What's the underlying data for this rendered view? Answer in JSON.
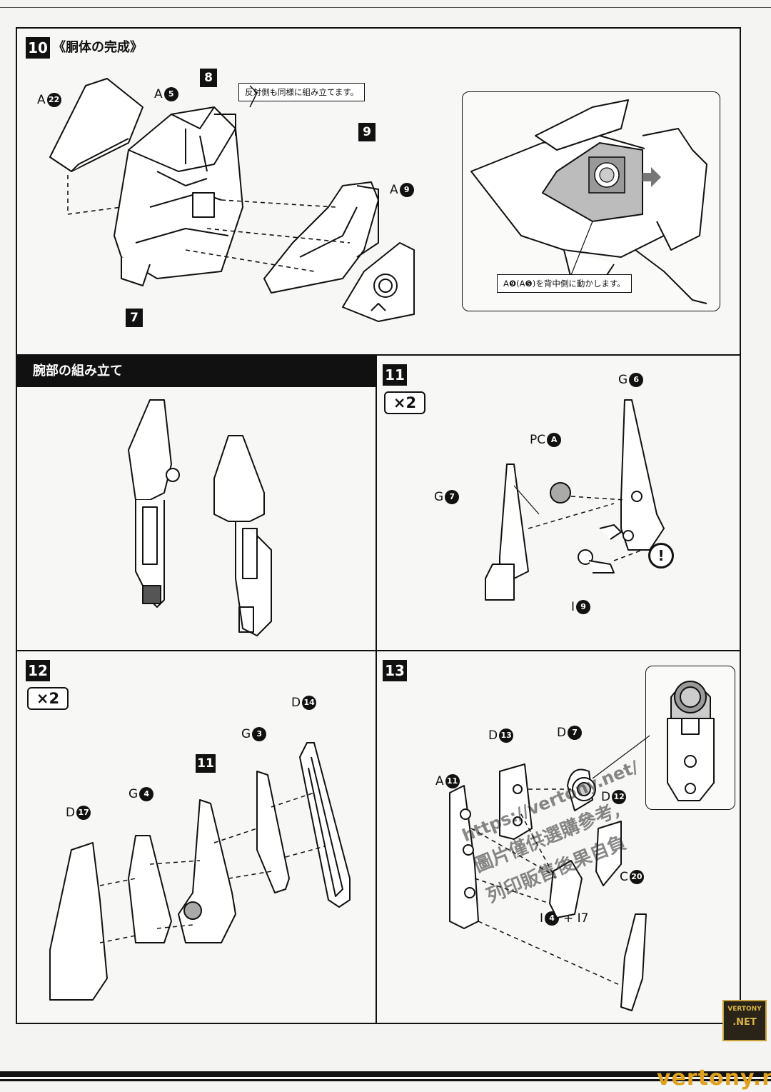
{
  "step10": {
    "number": "10",
    "title": "《胴体の完成》",
    "note": "反対側も同様に組み立てます。",
    "inset_note": "A❾(A❺)を背中側に動かします。",
    "badges": [
      "8",
      "9",
      "7"
    ],
    "labels": [
      {
        "letter": "A",
        "num": "22"
      },
      {
        "letter": "A",
        "num": "5"
      },
      {
        "letter": "A",
        "num": "9"
      }
    ]
  },
  "arm_section": {
    "title": "腕部の組み立て"
  },
  "step11": {
    "number": "11",
    "multiplier": "×2",
    "labels": [
      {
        "letter": "G",
        "num": "6"
      },
      {
        "letter": "PC",
        "num": "A"
      },
      {
        "letter": "G",
        "num": "7"
      },
      {
        "letter": "I",
        "num": "9"
      }
    ],
    "warning": "!"
  },
  "step12": {
    "number": "12",
    "multiplier": "×2",
    "badge": "11",
    "labels": [
      {
        "letter": "D",
        "num": "14"
      },
      {
        "letter": "G",
        "num": "3"
      },
      {
        "letter": "G",
        "num": "4"
      },
      {
        "letter": "D",
        "num": "17"
      }
    ]
  },
  "step13": {
    "number": "13",
    "labels": [
      {
        "letter": "D",
        "num": "13"
      },
      {
        "letter": "D",
        "num": "7"
      },
      {
        "letter": "A",
        "num": "11"
      },
      {
        "letter": "D",
        "num": "12"
      },
      {
        "letter": "C",
        "num": "20"
      },
      {
        "letter": "I",
        "num": "4"
      }
    ],
    "plus_text": "+ I7"
  },
  "watermark": {
    "url": "https://vertony.net/",
    "line1": "圖片僅供選購參考,",
    "line2": "列印販售後果自負",
    "logo_top": "VERTONY",
    "logo_bottom": ".NET",
    "site": "vertony.net"
  }
}
